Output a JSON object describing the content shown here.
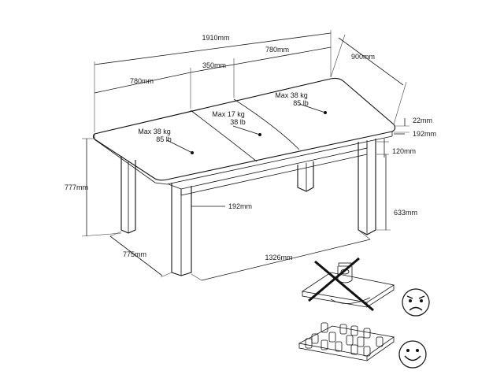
{
  "dimensions": {
    "total_length": "1910mm",
    "leaf_left": "780mm",
    "insert": "350mm",
    "leaf_right": "780mm",
    "depth": "900mm",
    "top_thickness": "22mm",
    "overhang_side": "192mm",
    "apron_height": "120mm",
    "overhang_front": "192mm",
    "height": "777mm",
    "leg_height": "633mm",
    "leg_depth": "775mm",
    "leg_span": "1326mm"
  },
  "loads": {
    "left": {
      "kg": "Max 38 kg",
      "lb": "85 lb"
    },
    "middle": {
      "kg": "Max 17 kg",
      "lb": "38 lb"
    },
    "right": {
      "kg": "Max 38 kg",
      "lb": "85 lb"
    }
  },
  "illustrations": {
    "wrong": {
      "meaning": "concentrated load",
      "face": "unhappy-face-icon"
    },
    "right": {
      "meaning": "distributed load",
      "face": "happy-face-icon"
    }
  },
  "colors": {
    "line": "#111111",
    "face_fill": "#ffffff"
  }
}
